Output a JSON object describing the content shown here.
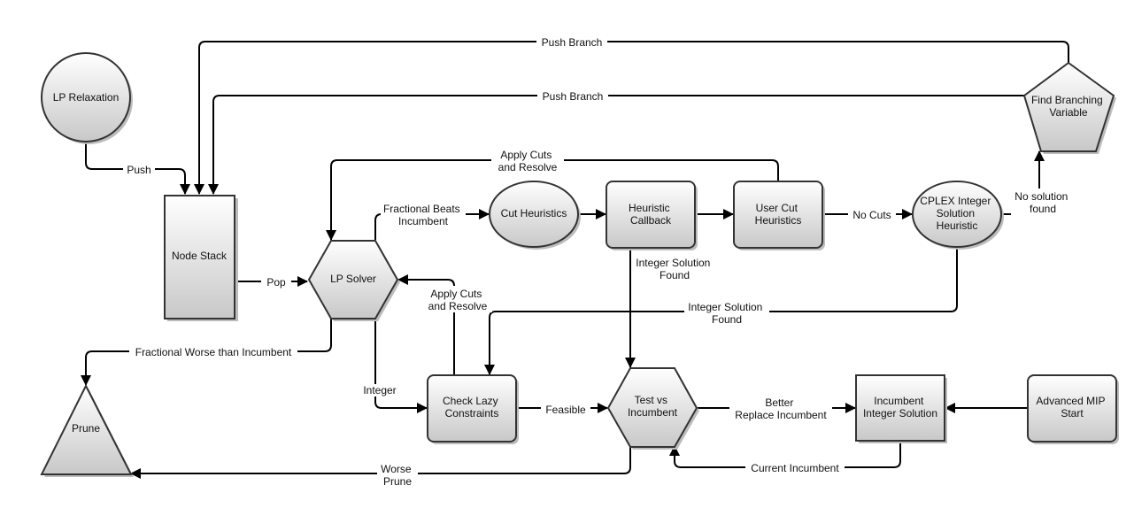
{
  "nodes": {
    "lp_relaxation": "LP Relaxation",
    "node_stack": "Node Stack",
    "lp_solver": "LP Solver",
    "prune": "Prune",
    "cut_heuristics": "Cut Heuristics",
    "heuristic_callback": [
      "Heuristic",
      "Callback"
    ],
    "user_cut_heuristics": [
      "User Cut",
      "Heuristics"
    ],
    "cplex_integer_heuristic": [
      "CPLEX Integer",
      "Solution",
      "Heuristic"
    ],
    "find_branching_variable": [
      "Find Branching",
      "Variable"
    ],
    "check_lazy_constraints": [
      "Check Lazy",
      "Constraints"
    ],
    "test_vs_incumbent": [
      "Test vs",
      "Incumbent"
    ],
    "incumbent_integer_solution": [
      "Incumbent",
      "Integer Solution"
    ],
    "advanced_mip_start": [
      "Advanced MIP",
      "Start"
    ]
  },
  "edges": {
    "push": "Push",
    "push_branch_outer": "Push Branch",
    "push_branch_inner": "Push Branch",
    "apply_cuts_top": [
      "Apply Cuts",
      "and Resolve"
    ],
    "fractional_beats": [
      "Fractional Beats",
      "Incumbent"
    ],
    "pop": "Pop",
    "no_cuts": "No Cuts",
    "no_solution_found": [
      "No solution",
      "found"
    ],
    "integer_solution_found_hc": [
      "Integer Solution",
      "Found"
    ],
    "apply_cuts_lazy": [
      "Apply Cuts",
      "and Resolve"
    ],
    "integer_solution_found_cplex": [
      "Integer Solution",
      "Found"
    ],
    "fractional_worse": "Fractional Worse than Incumbent",
    "integer": "Integer",
    "feasible": "Feasible",
    "better_replace": [
      "Better",
      "Replace Incumbent"
    ],
    "current_incumbent": "Current Incumbent",
    "worse_prune": [
      "Worse",
      "Prune"
    ]
  }
}
